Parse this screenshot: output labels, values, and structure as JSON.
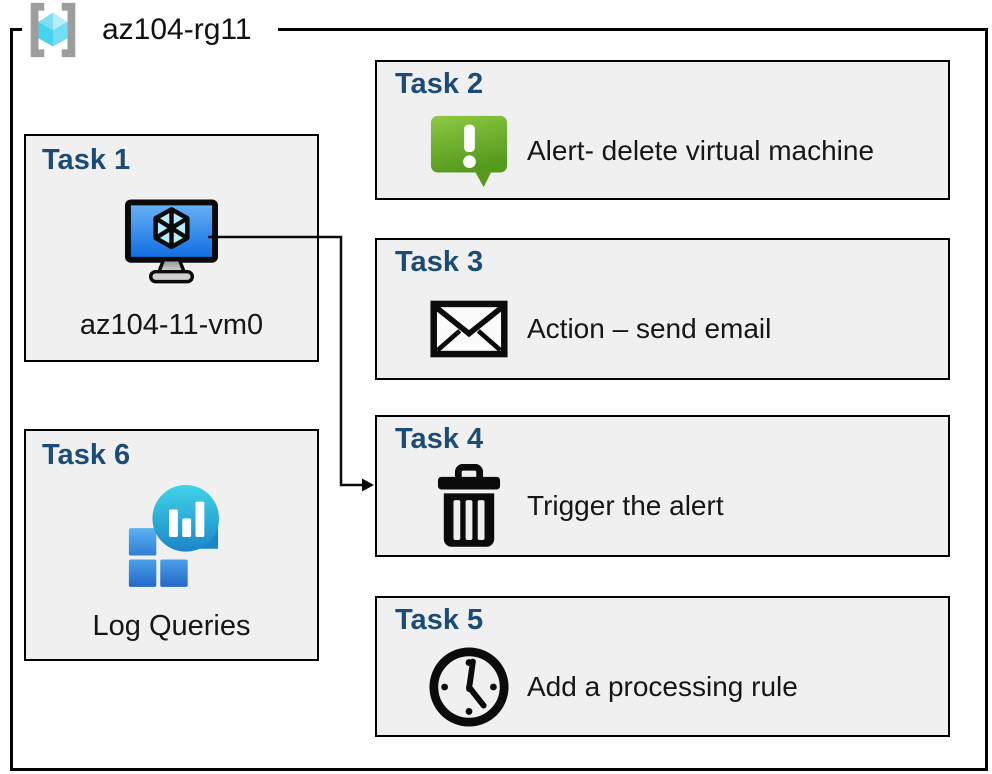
{
  "resource_group": {
    "label": "az104-rg11",
    "icon": "resource-group-icon"
  },
  "tasks": [
    {
      "title": "Task 1",
      "label": "az104-11-vm0",
      "icon": "virtual-machine-icon"
    },
    {
      "title": "Task 2",
      "label": "Alert- delete virtual machine",
      "icon": "alert-message-icon"
    },
    {
      "title": "Task 3",
      "label": "Action – send email",
      "icon": "email-envelope-icon"
    },
    {
      "title": "Task 4",
      "label": "Trigger the alert",
      "icon": "trash-delete-icon"
    },
    {
      "title": "Task 5",
      "label": "Add a processing rule",
      "icon": "clock-schedule-icon"
    },
    {
      "title": "Task 6",
      "label": "Log Queries",
      "icon": "log-queries-icon"
    }
  ],
  "connector": {
    "from": "Task 1",
    "to": "Task 4"
  },
  "colors": {
    "task_title": "#1c4b75",
    "card_background": "#f0f0f0",
    "outline": "#000000",
    "alert_green": "#6fae2f",
    "vm_screen_blue": "#2a7fe8",
    "log_teal": "#2fc1e2",
    "azure_cube_cyan": "#50d7ee"
  }
}
